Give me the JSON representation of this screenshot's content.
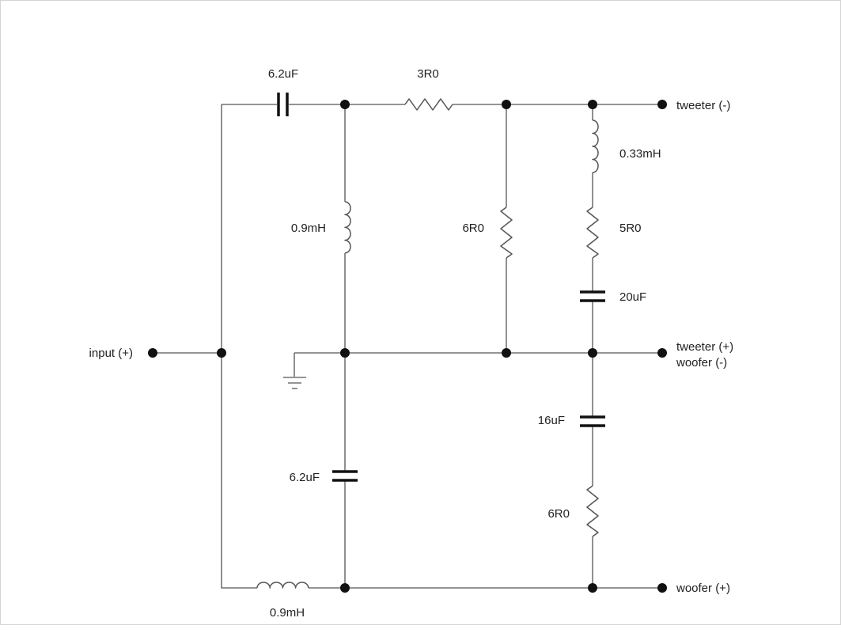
{
  "components": {
    "c_series_top": "6.2uF",
    "r_series_top": "3R0",
    "l_shunt_top": "0.9mH",
    "r_shunt_mid": "6R0",
    "l_tweeter": "0.33mH",
    "r_tweeter": "5R0",
    "c_tweeter": "20uF",
    "c_woofer": "16uF",
    "r_woofer": "6R0",
    "c_shunt_bottom": "6.2uF",
    "l_series_bottom": "0.9mH"
  },
  "terminals": {
    "input_pos": "input (+)",
    "tweeter_neg": "tweeter (-)",
    "tweeter_pos": "tweeter (+)",
    "woofer_neg": "woofer (-)",
    "woofer_pos": "woofer (+)"
  },
  "icons": {
    "ground": "ground-icon"
  },
  "colors": {
    "wire": "#555555",
    "node": "#111111",
    "text": "#222222"
  }
}
